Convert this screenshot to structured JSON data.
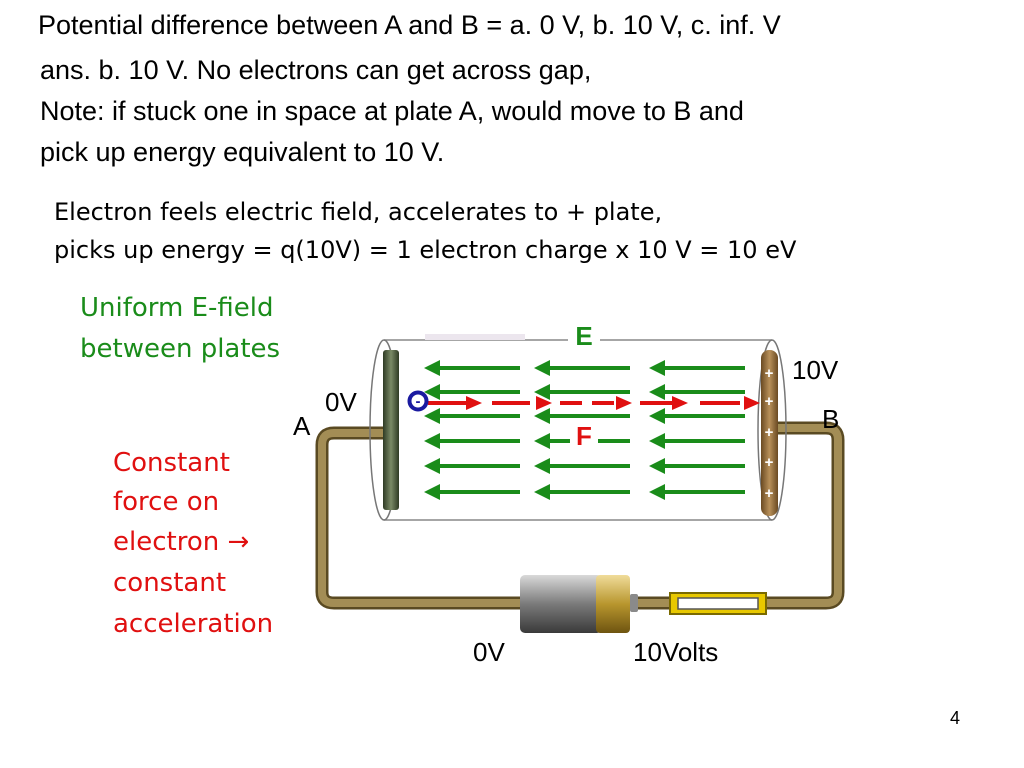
{
  "slide": {
    "question": "Potential difference between A and B = a. 0 V,  b. 10 V,  c. inf. V",
    "answer": "ans. b. 10 V.  No electrons can get across gap,",
    "note_line1": "Note: if stuck one in space at plate A, would move to B and",
    "note_line2": "pick up energy  equivalent to 10 V.",
    "explain_line1": "Electron feels electric field, accelerates to + plate,",
    "explain_line2": "picks up energy = q(10V) = 1 electron charge x 10 V = 10 eV",
    "field_caption_line1": "Uniform E-field",
    "field_caption_line2": "between plates",
    "force_caption": [
      "Constant",
      "force on",
      "electron →",
      "constant",
      "acceleration"
    ],
    "page_number": "4"
  },
  "diagram": {
    "label_E": "E",
    "label_F": "F",
    "plate_A_label": "A",
    "plate_B_label": "B",
    "plate_A_voltage": "0V",
    "plate_B_voltage": "10V",
    "electron_symbol": "-",
    "plus_sign": "+",
    "battery_neg_label": "0V",
    "battery_pos_label": "10Volts",
    "colors": {
      "field_arrows": "#1a8c1a",
      "force_arrows": "#e01010",
      "wire": "#8a7440",
      "plate_A": "#4a5a3a",
      "plate_B": "#8a6a3a",
      "electron": "#1a1aa0"
    }
  }
}
